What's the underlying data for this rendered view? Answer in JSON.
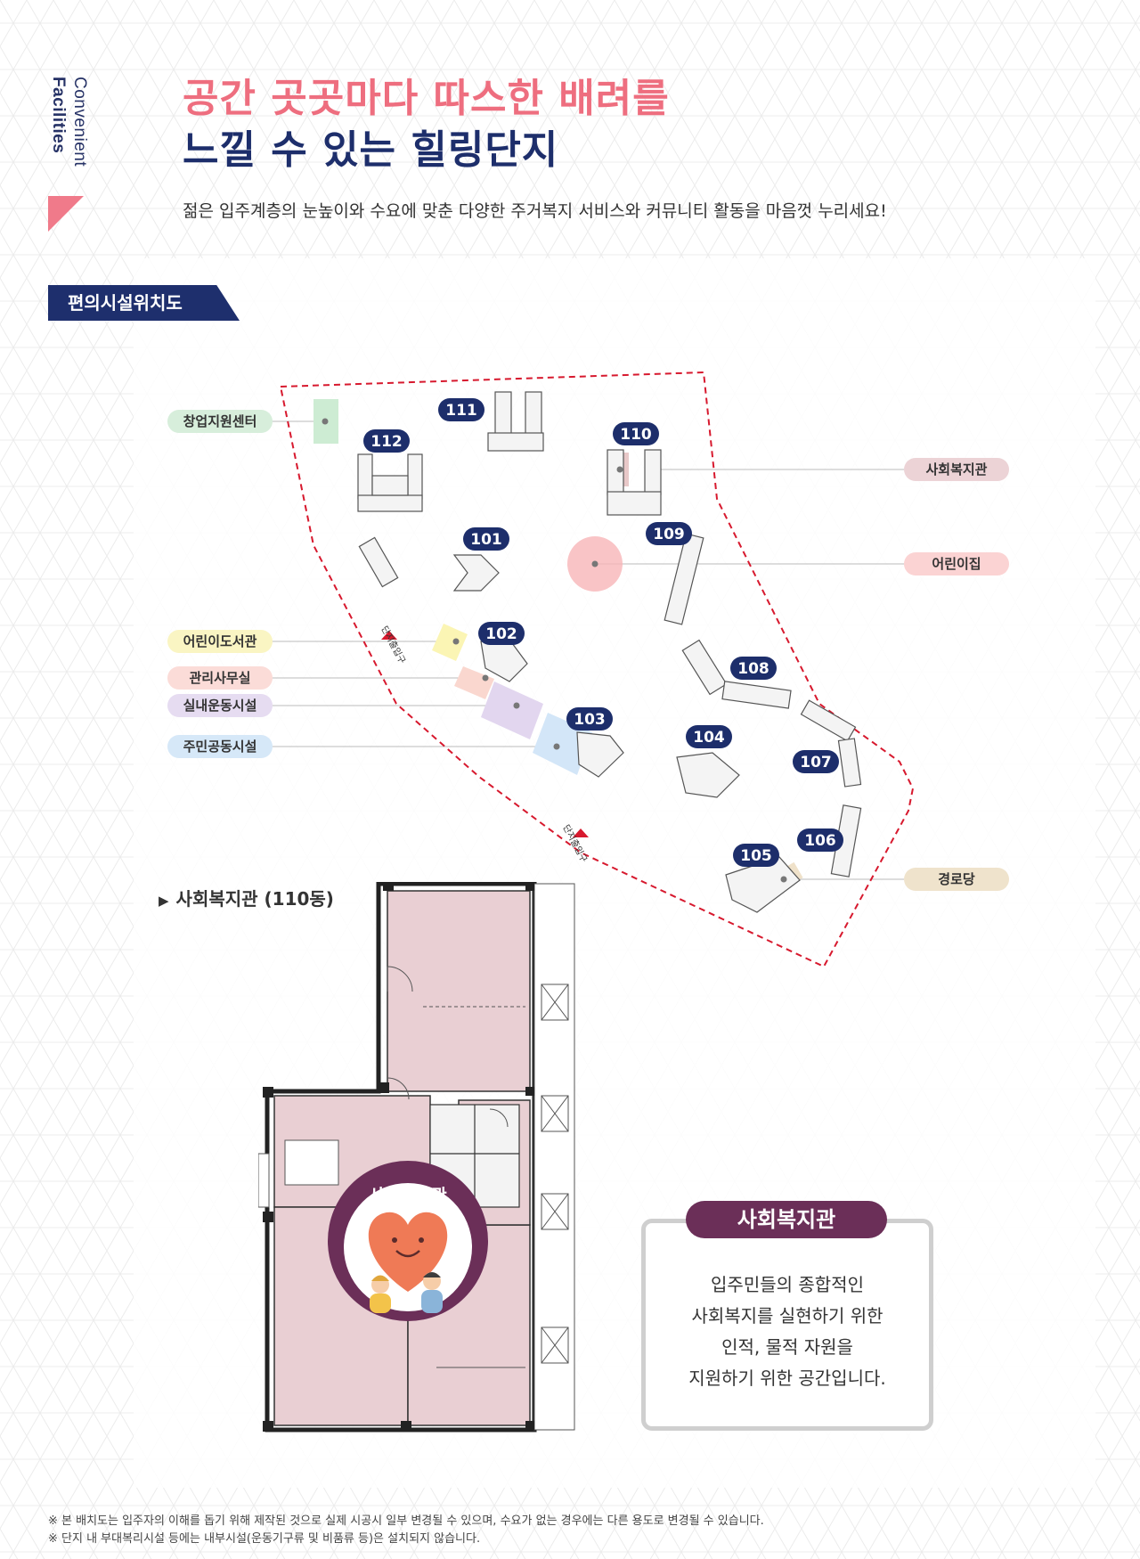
{
  "side_label": {
    "line1": "Convenient",
    "line2": "Facilities"
  },
  "title": {
    "line1": "공간 곳곳마다 따스한 배려를",
    "line2": "느낄 수 있는 힐링단지"
  },
  "subtitle": "젊은 입주계층의 눈높이와 수요에 맞춘 다양한 주거복지 서비스와 커뮤니티 활동을 마음껏 누리세요!",
  "section_tag": "편의시설위치도",
  "site_map": {
    "buildings": [
      "112",
      "111",
      "110",
      "109",
      "101",
      "102",
      "103",
      "104",
      "108",
      "107",
      "106",
      "105"
    ],
    "entrances": [
      "단지출입구",
      "단지출입구"
    ],
    "facilities_left": [
      "창업지원센터",
      "어린이도서관",
      "관리사무실",
      "실내운동시설",
      "주민공동시설"
    ],
    "facilities_right": [
      "사회복지관",
      "어린이집",
      "경로당"
    ]
  },
  "colors": {
    "pink": "#ee6e7f",
    "navy": "#1d2e6b",
    "plum": "#6b2f58",
    "floor_fill": "#e9cfd3",
    "boundary": "#d7192e"
  },
  "floor_heading": {
    "arrow": "▶",
    "label": "사회복지관 (110동)"
  },
  "badge_label": "사회복지관",
  "description": {
    "title": "사회복지관",
    "lines": [
      "입주민들의 종합적인",
      "사회복지를 실현하기 위한",
      "인적, 물적 자원을",
      "지원하기 위한 공간입니다."
    ]
  },
  "notes": [
    "※ 본 배치도는 입주자의 이해를 돕기 위해 제작된 것으로 실제 시공시 일부 변경될 수 있으며, 수요가 없는 경우에는 다른 용도로 변경될 수 있습니다.",
    "※ 단지 내 부대복리시설 등에는 내부시설(운동기구류 및 비품류 등)은 설치되지 않습니다."
  ]
}
